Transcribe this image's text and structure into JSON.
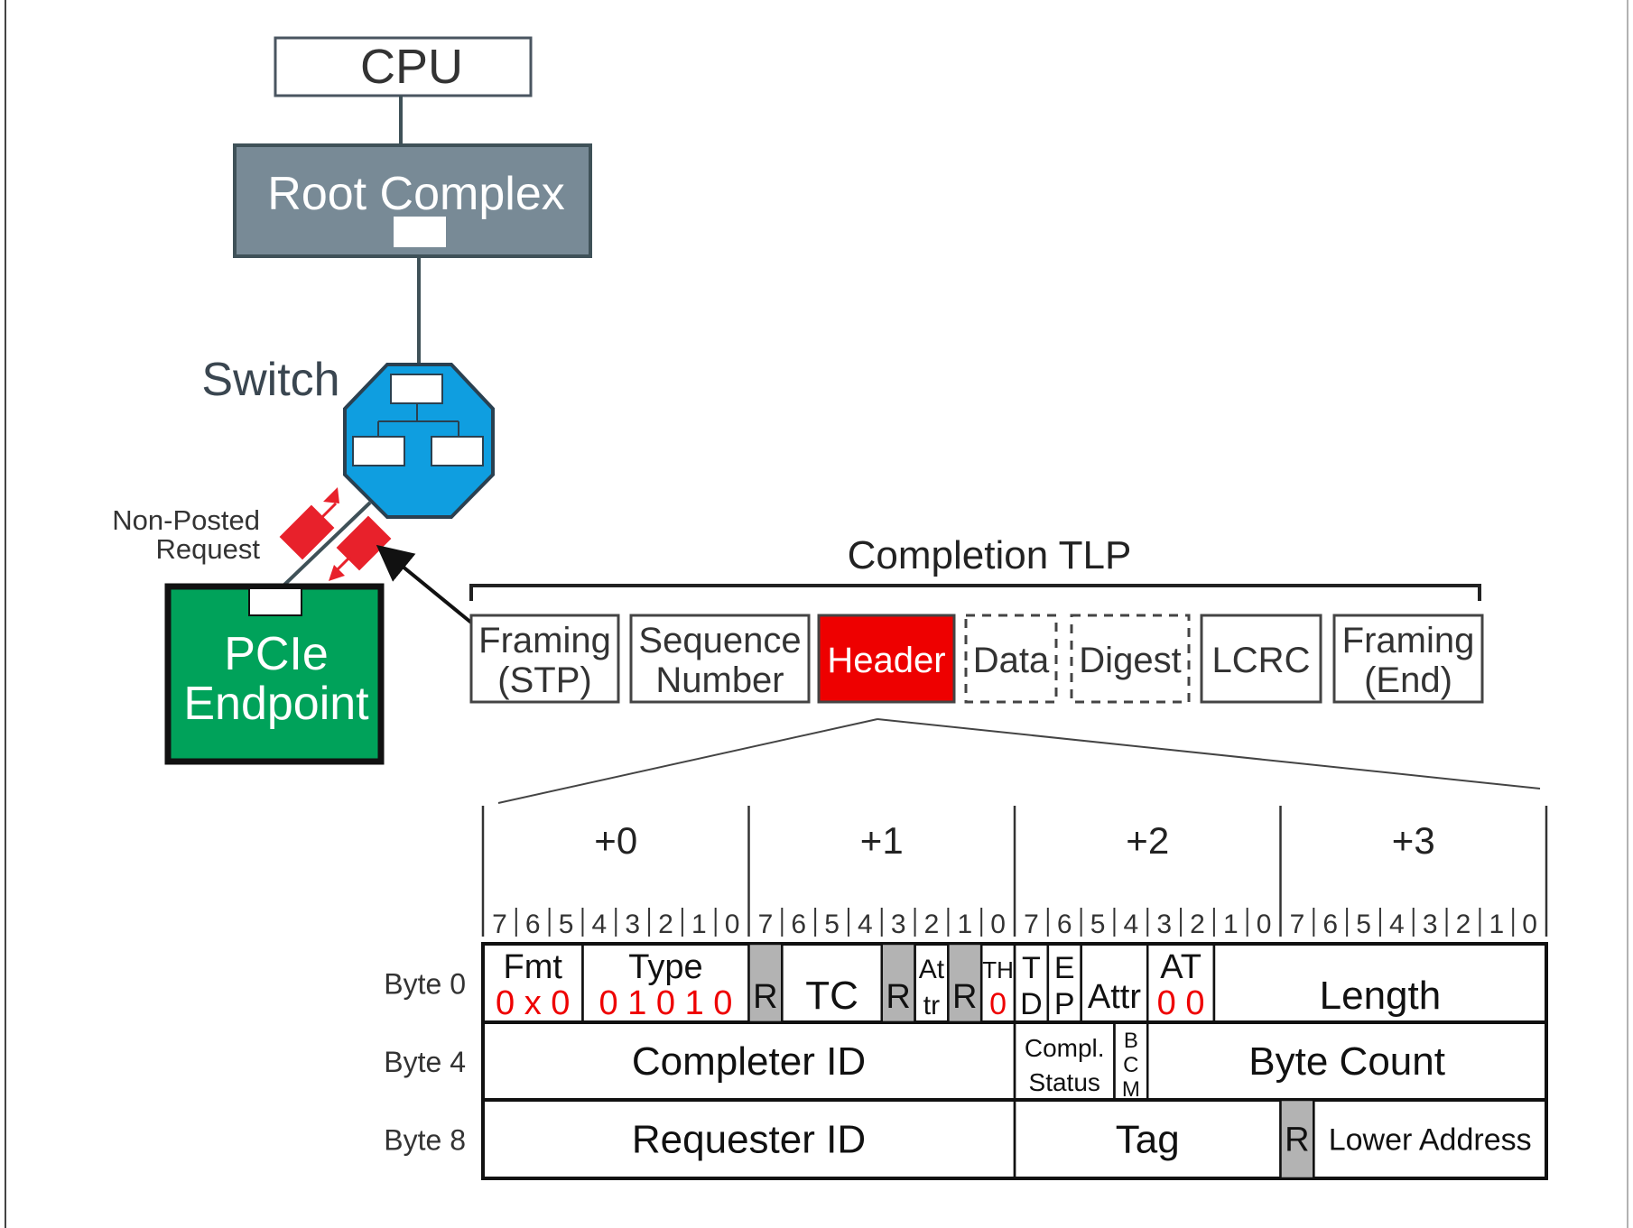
{
  "topology": {
    "cpu_label": "CPU",
    "root_complex_label": "Root Complex",
    "switch_label": "Switch",
    "endpoint_label_line1": "PCIe",
    "endpoint_label_line2": "Endpoint",
    "request_label_line1": "Non-Posted",
    "request_label_line2": "Request"
  },
  "tlp": {
    "title": "Completion TLP",
    "fields": [
      {
        "line1": "Framing",
        "line2": "(STP)",
        "style": "solid"
      },
      {
        "line1": "Sequence",
        "line2": "Number",
        "style": "solid"
      },
      {
        "line1": "Header",
        "line2": "",
        "style": "highlight"
      },
      {
        "line1": "Data",
        "line2": "",
        "style": "dashed"
      },
      {
        "line1": "Digest",
        "line2": "",
        "style": "dashed"
      },
      {
        "line1": "LCRC",
        "line2": "",
        "style": "solid"
      },
      {
        "line1": "Framing",
        "line2": "(End)",
        "style": "solid"
      }
    ]
  },
  "header_format": {
    "byte_offsets": [
      "+0",
      "+1",
      "+2",
      "+3"
    ],
    "bit_labels": [
      "7",
      "6",
      "5",
      "4",
      "3",
      "2",
      "1",
      "0"
    ],
    "row_labels": [
      "Byte 0",
      "Byte 4",
      "Byte 8"
    ],
    "row0": {
      "fmt": {
        "name": "Fmt",
        "value": "0 x 0"
      },
      "type": {
        "name": "Type",
        "value": "0 1 0 1 0"
      },
      "r1": "R",
      "tc": "TC",
      "r2": "R",
      "attr_small_line1": "At",
      "attr_small_line2": "tr",
      "r3": "R",
      "th": {
        "name": "TH",
        "value": "0"
      },
      "td_line1": "T",
      "td_line2": "D",
      "ep_line1": "E",
      "ep_line2": "P",
      "attr": "Attr",
      "at": {
        "name": "AT",
        "value": "0 0"
      },
      "length": "Length"
    },
    "row1": {
      "completer_id": "Completer ID",
      "compl_status_line1": "Compl.",
      "compl_status_line2": "Status",
      "bcm_1": "B",
      "bcm_2": "C",
      "bcm_3": "M",
      "byte_count": "Byte Count"
    },
    "row2": {
      "requester_id": "Requester ID",
      "tag": "Tag",
      "r": "R",
      "lower_address": "Lower Address"
    }
  },
  "colors": {
    "root_complex": "#788a96",
    "switch": "#0f9ee0",
    "endpoint": "#00a25a",
    "highlight": "#ee0000",
    "reserved": "#b3b3b3",
    "value_red": "#ee0000",
    "line": "#333333"
  }
}
